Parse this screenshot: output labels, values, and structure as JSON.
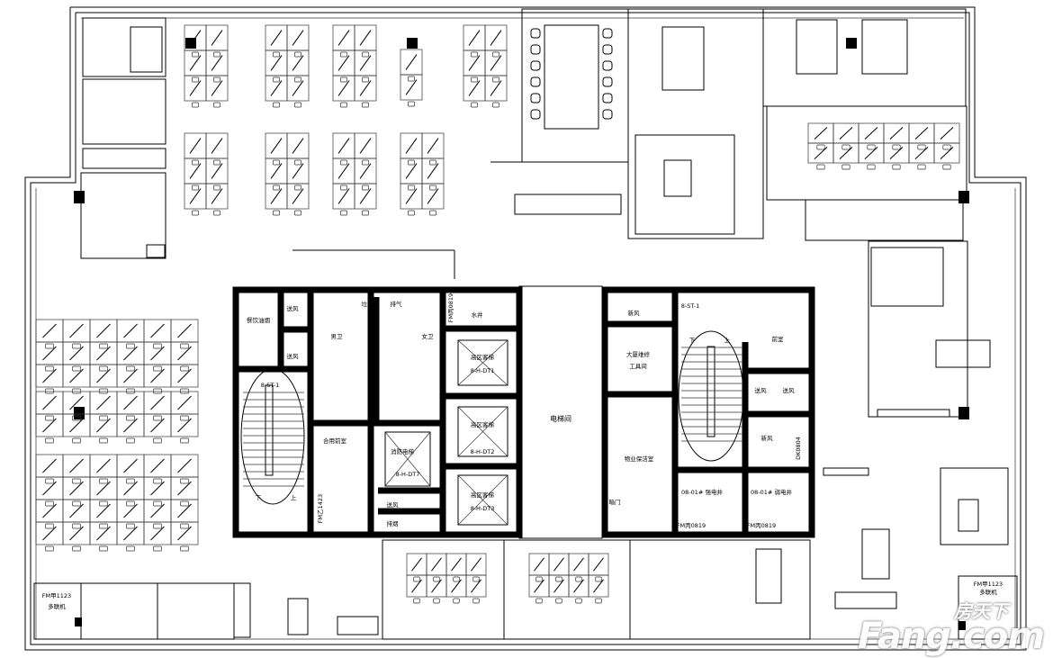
{
  "plan": {
    "core_labels": {
      "kitchen_exhaust": "餐饮油烟",
      "supply_air_1": "送风",
      "supply_air_2": "送风",
      "mens_wc": "男卫",
      "womens_wc": "女卫",
      "garbage": "垃圾",
      "exhaust": "排气",
      "door_fm_c_0819_a": "FM丙0819",
      "water_shaft": "水井",
      "elevator_1_name": "高区客梯",
      "elevator_1_code": "8-H-DT1",
      "elevator_2_name": "高区客梯",
      "elevator_2_code": "8-H-DT2",
      "elevator_3_name": "高区客梯",
      "elevator_3_code": "8-H-DT3",
      "shared_anteroom": "合用前室",
      "fire_elevator_name": "消防电梯",
      "fire_elevator_code": "8-H-DT7",
      "supply_air_3": "送风",
      "smoke_exhaust": "排烟",
      "door_fm_b_1423": "FM乙1423",
      "stair_left": "8-ST-1",
      "stair_left_down": "下",
      "stair_left_up": "上",
      "elevator_hall": "电梯间",
      "fresh_air_1": "新风",
      "maintenance_room_1": "大厦维修",
      "maintenance_room_2": "工具间",
      "cleaning_room": "物业保洁室",
      "hidden_door": "暗门",
      "stair_right": "8-ST-1",
      "stair_right_down": "下",
      "stair_right_up": "上",
      "anteroom": "前室",
      "supply_air_4": "送风",
      "supply_air_5": "送风",
      "fresh_air_2": "新风",
      "door_dk": "DK0804",
      "strong_shaft": "08-01#  强电井",
      "weak_shaft": "08-01#  弱电井",
      "door_fm_c_0819_b": "FM丙0819",
      "door_fm_c_0819_c": "FM丙0819"
    },
    "corner_rooms": {
      "left_door": "FM甲1123",
      "left_room": "多联机",
      "right_door": "FM甲1123",
      "right_room": "多联机"
    },
    "watermark": {
      "cn": "房天下",
      "en": "Fang.com"
    }
  }
}
